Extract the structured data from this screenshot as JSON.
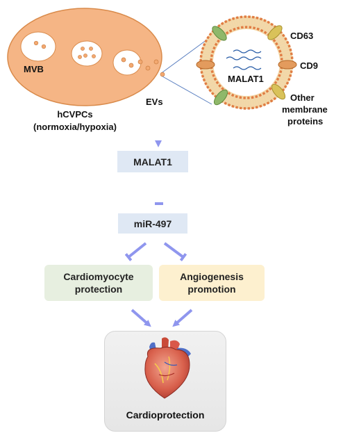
{
  "cell": {
    "mvb_label": "MVB",
    "name": "hCVPCs",
    "condition": "(normoxia/hypoxia)"
  },
  "evs_label": "EVs",
  "vesicle": {
    "cargo_label": "MALAT1",
    "markers": [
      "CD63",
      "CD9"
    ],
    "other_line1": "Other",
    "other_line2": "membrane",
    "other_line3": "proteins"
  },
  "pathway": {
    "lncrna": "MALAT1",
    "mirna": "miR-497",
    "effect1_line1": "Cardiomyocyte",
    "effect1_line2": "protection",
    "effect2_line1": "Angiogenesis",
    "effect2_line2": "promotion",
    "outcome": "Cardioprotection"
  },
  "colors": {
    "cell_fill": "#f5b585",
    "cell_stroke": "#d98a4a",
    "arrow": "#8f96ee",
    "node_blue": "#dfe8f4",
    "node_green": "#e7efe0",
    "node_yellow": "#fdf0cf",
    "protein_green": "#8fb86a",
    "protein_orange": "#e39b5d",
    "protein_yellow": "#d9c25a",
    "rna_wave": "#2c5fa8"
  },
  "icons": [
    "heart-icon"
  ]
}
